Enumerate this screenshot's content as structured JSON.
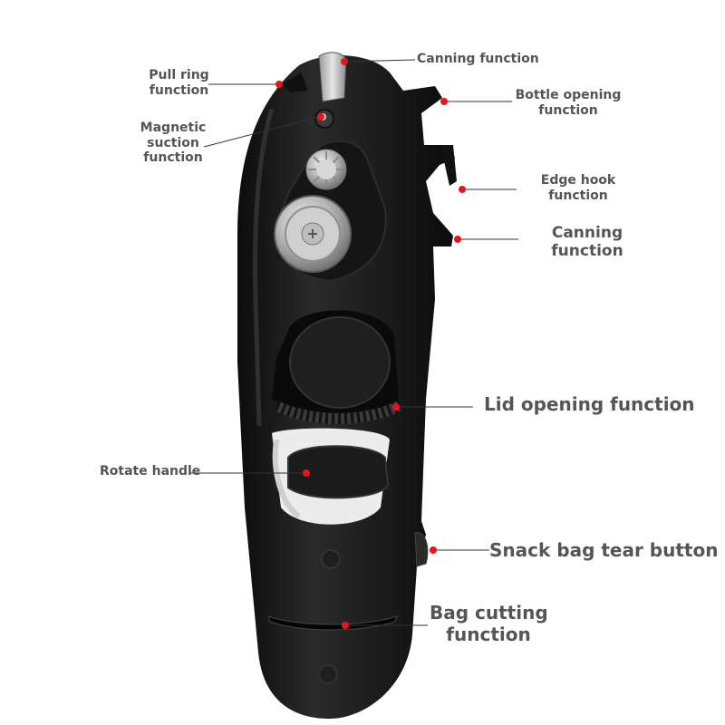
{
  "colors": {
    "background": "#ffffff",
    "body": "#1b1b1b",
    "label_text": "#555555",
    "leader_line": "#333333",
    "marker_dot": "#e8141c",
    "metal": "#c9c9c9"
  },
  "callouts": {
    "canning_top": {
      "lines": [
        "Canning function"
      ]
    },
    "pull_ring": {
      "lines": [
        "Pull ring",
        "function"
      ]
    },
    "bottle_opening": {
      "lines": [
        "Bottle opening",
        "function"
      ]
    },
    "magnetic_suction": {
      "lines": [
        "Magnetic",
        "suction",
        "function"
      ]
    },
    "edge_hook": {
      "lines": [
        "Edge hook",
        "function"
      ]
    },
    "canning_side": {
      "lines": [
        "Canning",
        "function"
      ]
    },
    "lid_opening": {
      "lines": [
        "Lid opening function"
      ]
    },
    "rotate_handle": {
      "lines": [
        "Rotate handle"
      ]
    },
    "snack_bag_tear": {
      "lines": [
        "Snack bag tear button"
      ]
    },
    "bag_cutting": {
      "lines": [
        "Bag cutting",
        "function"
      ]
    }
  }
}
